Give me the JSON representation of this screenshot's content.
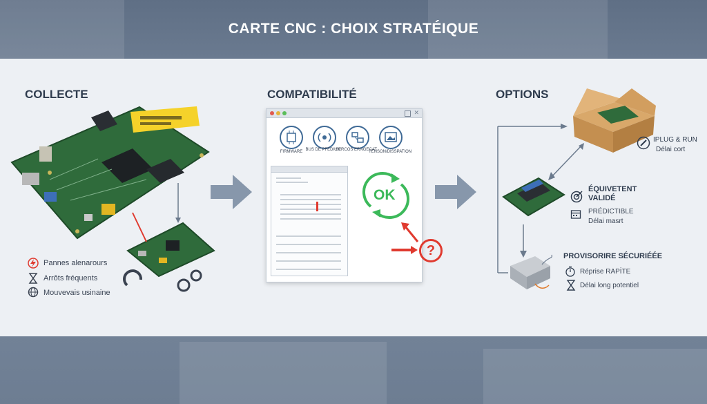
{
  "title": "CARTE CNC : CHOIX STRATÉIQUE",
  "sections": {
    "collecte": "COLLECTE",
    "compatibilite": "COMPATIBILITÉ",
    "options": "OPTIONS"
  },
  "collecte_list": [
    {
      "icon": "lightning-icon",
      "label": "Pannes alenarours"
    },
    {
      "icon": "hourglass-icon",
      "label": "Arrôts fréquents"
    },
    {
      "icon": "globe-icon",
      "label": "Mouvevais usinaine"
    }
  ],
  "compat_icons": [
    {
      "icon": "chip-icon",
      "label": "FIRMWARE"
    },
    {
      "icon": "signal-icon",
      "label": "BUS DE PFEDIUM"
    },
    {
      "icon": "network-icon",
      "label": "SERCOS ERNGECAT"
    },
    {
      "icon": "image-icon",
      "label": "TENSON/DISSPATION"
    }
  ],
  "ok_label": "OK",
  "question_label": "?",
  "options": {
    "plug_run": {
      "title": "IPLUG & RUN",
      "detail": "Délai cort"
    },
    "equivalent": {
      "title": "ÉQUIVETENT VALIDÉ",
      "sub_title": "PRÉDICTIBLE",
      "detail": "Délai masrt"
    },
    "provisoire": {
      "title": "PROVISORIRE SÉCURIÉÉE",
      "item1": "Réprise RAPİTE",
      "item2": "Délai long potentiel"
    }
  },
  "colors": {
    "accent": "#3f6a96",
    "ok": "#3cb95a",
    "alert": "#e03a2f",
    "pcb": "#2f6b3b",
    "arrow": "#8797ab"
  }
}
